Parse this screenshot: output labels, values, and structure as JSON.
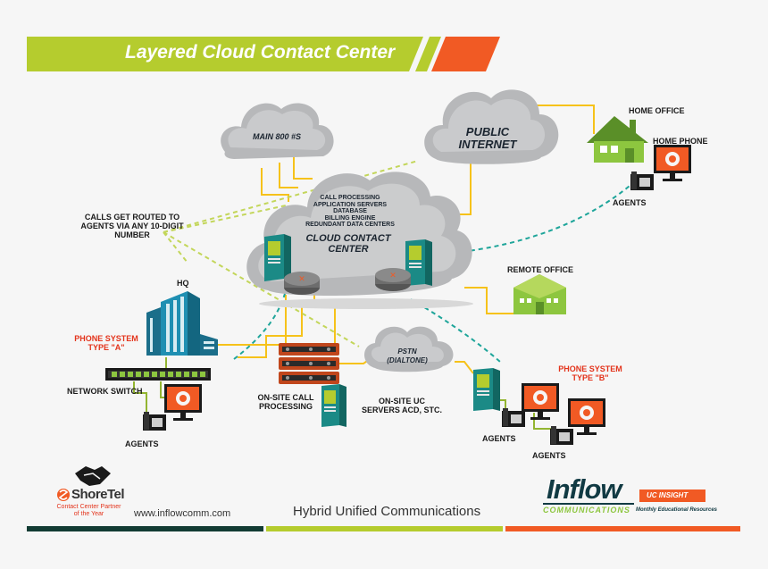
{
  "title": "Layered Cloud Contact Center",
  "clouds": {
    "main800": "MAIN 800 #S",
    "public_internet": "PUBLIC INTERNET",
    "cloud_services": [
      "CALL PROCESSING",
      "APPLICATION SERVERS",
      "DATABASE",
      "BILLING ENGINE",
      "REDUNDANT DATA CENTERS"
    ],
    "cloud_contact_center": "CLOUD CONTACT CENTER",
    "pstn": "PSTN",
    "dialtone": "(DIALTONE)"
  },
  "labels": {
    "home_office": "HOME OFFICE",
    "home_phone": "HOME PHONE",
    "agents_home": "AGENTS",
    "routing_note": "CALLS GET ROUTED TO AGENTS VIA ANY 10-DIGIT NUMBER",
    "remote_office": "REMOTE OFFICE",
    "hq": "HQ",
    "phone_system_a": "PHONE SYSTEM TYPE \"A\"",
    "network_switch": "NETWORK SWITCH",
    "agents_hq": "AGENTS",
    "onsite_call_processing": "ON-SITE CALL PROCESSING",
    "onsite_uc_servers": "ON-SITE UC SERVERS ACD, STC.",
    "phone_system_b": "PHONE SYSTEM TYPE \"B\"",
    "agents_b1": "AGENTS",
    "agents_b2": "AGENTS"
  },
  "footer": {
    "shoretel_name": "ShoreTel",
    "shoretel_award": "Contact Center Partner of the Year",
    "website": "www.inflowcomm.com",
    "tagline": "Hybrid Unified Communications",
    "inflow_name": "Inflow",
    "inflow_badge": "UC INSIGHT",
    "inflow_communications": "COMMUNICATIONS",
    "inflow_tagline": "Monthly Educational Resources"
  },
  "colors": {
    "green": "#b5cc2e",
    "orange": "#f15a24",
    "dark": "#123b33",
    "yellow_line": "#f6c21a",
    "teal_line": "#1ea59a",
    "red_text": "#e3331b"
  }
}
